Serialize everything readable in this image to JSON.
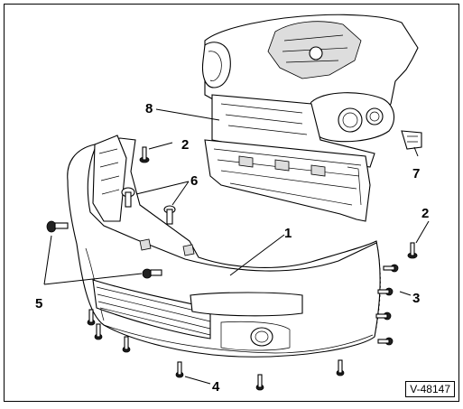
{
  "figure_ref": "V-48147",
  "callouts": {
    "c1": "1",
    "c2a": "2",
    "c2b": "2",
    "c3": "3",
    "c4": "4",
    "c5": "5",
    "c6": "6",
    "c7": "7",
    "c8": "8"
  }
}
